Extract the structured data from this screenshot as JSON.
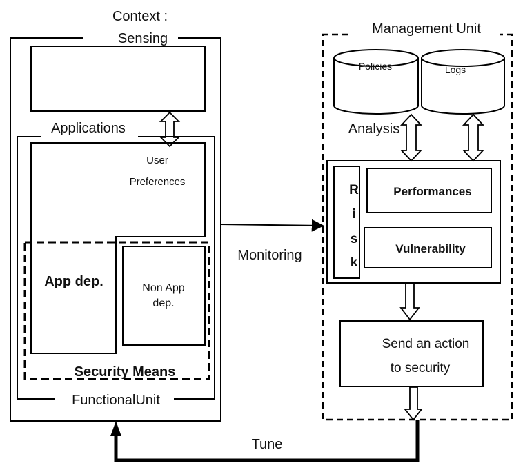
{
  "context_title_line1": "Context :",
  "context_title_line2": "Sensing",
  "applications_label": "Applications",
  "user_preferences_line1": "User",
  "user_preferences_line2": "Preferences",
  "app_dep_label": "App dep.",
  "non_app_dep_line1": "Non App",
  "non_app_dep_line2": "dep.",
  "security_means_label": "Security Means",
  "functional_unit_label": "FunctionalUnit",
  "monitoring_label": "Monitoring",
  "management_unit_label": "Management Unit",
  "policies_label": "Policies",
  "logs_label": "Logs",
  "analysis_label": "Analysis",
  "risk_letters": [
    "R",
    "i",
    "s",
    "k"
  ],
  "performances_label": "Performances",
  "vulnerability_label": "Vulnerability",
  "send_action_line1": "Send an action",
  "send_action_line2": "to security",
  "tune_label": "Tune"
}
